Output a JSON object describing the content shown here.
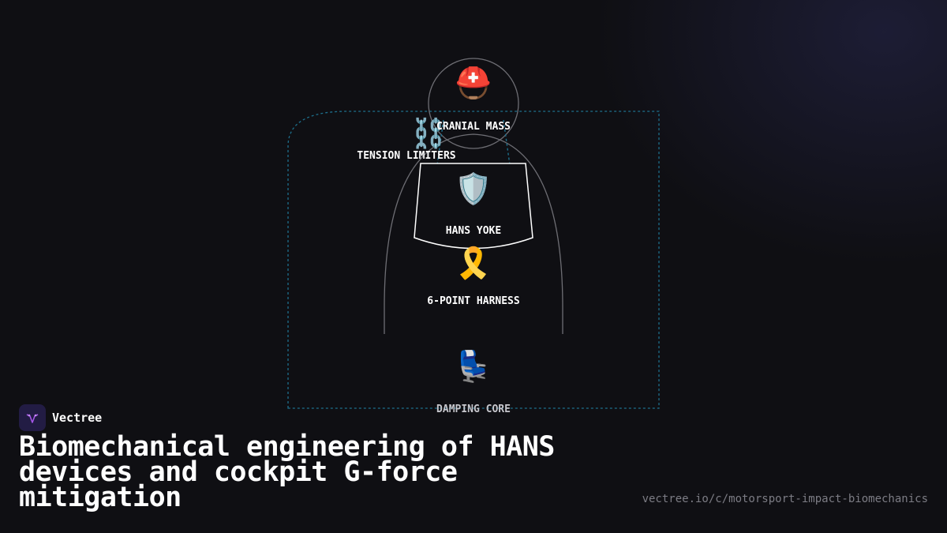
{
  "labels": {
    "cranial_mass": "CRANIAL MASS",
    "tension_limiters": "TENSION LIMITERS",
    "hans_yoke": "HANS YOKE",
    "harness": "6-POINT HARNESS",
    "damping_core": "DAMPING CORE"
  },
  "icons": {
    "helmet": "⛑️",
    "chain": "⛓️",
    "shield": "🛡️",
    "ribbon": "🎗️",
    "seat": "💺"
  },
  "brand": {
    "name": "Vectree"
  },
  "title": "Biomechanical engineering of HANS devices and cockpit G-force mitigation",
  "url": "vectree.io/c/motorsport-impact-biomechanics",
  "colors": {
    "accent_dashed": "#1d6f8c",
    "logo_bg": "#221c44",
    "logo_mark": "#a557e8"
  }
}
